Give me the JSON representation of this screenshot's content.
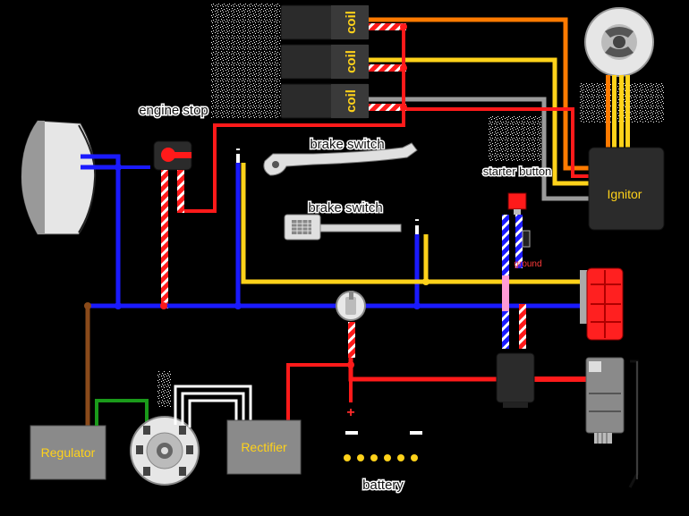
{
  "diagram": {
    "labels": {
      "engine_stop": "engine stop",
      "brake_switch_front": "brake switch",
      "brake_switch_rear": "brake switch",
      "starter_button": "starter button",
      "ground": "ground",
      "ignitor": "Ignitor",
      "coil_1": "coil",
      "coil_2": "coil",
      "coil_3": "coil",
      "regulator": "Regulator",
      "rectifier": "Rectifier",
      "battery": "battery",
      "battery_plus": "+",
      "battery_minus": "-"
    },
    "wire_colors": {
      "red": "#ff1a1a",
      "blue": "#1a1aff",
      "yellow": "#ffd21a",
      "orange": "#ff7a00",
      "gray": "#9a9a9a",
      "brown": "#8a4a1a",
      "green": "#1a9a1a",
      "white": "#ffffff",
      "pink": "#ff9ad5"
    },
    "component_colors": {
      "box": "#2b2b2b",
      "box_text": "#ffd21a",
      "gray_box": "#8a8a8a",
      "tail_light": "#ff2020"
    }
  }
}
